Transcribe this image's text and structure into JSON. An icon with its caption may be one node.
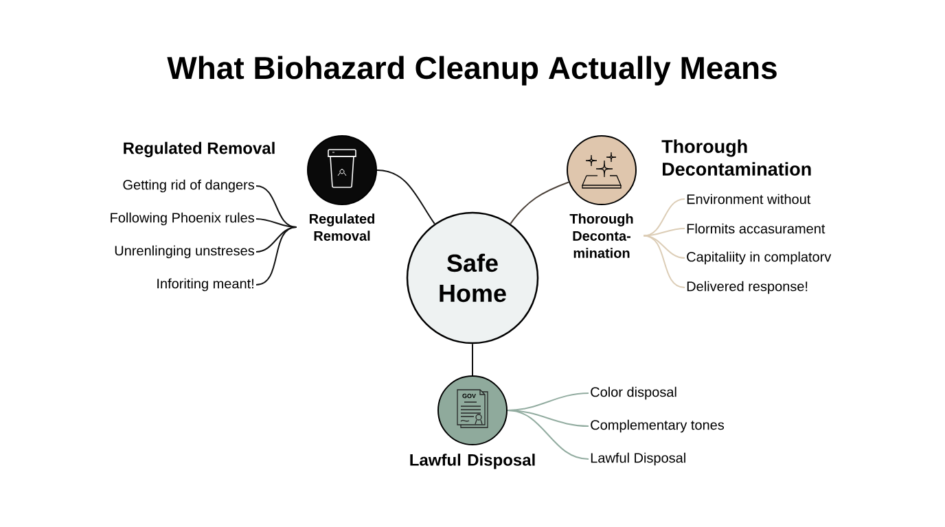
{
  "diagram": {
    "title": "What Biohazard Cleanup Actually Means",
    "nodes": [
      {
        "text": [
          "Safe Home"
        ]
      },
      {
        "text": [
          "Regulated Removal"
        ]
      },
      {
        "text": [
          "Thorough Deconta- mination"
        ]
      },
      {
        "text": [
          "Lawful Disposal"
        ]
      },
      {
        "text": [
          "Getting rid of dangers"
        ]
      },
      {
        "text": [
          "Following Phoenix rules"
        ]
      },
      {
        "text": [
          "Unrenlinging unstreses"
        ]
      },
      {
        "text": [
          "Inforiting meant!"
        ]
      },
      {
        "text": [
          "Environment without"
        ]
      },
      {
        "text": [
          "Flormits accasurament"
        ]
      },
      {
        "text": [
          "Capitaliity in complatorv"
        ]
      },
      {
        "text": [
          "Delivered response!"
        ]
      },
      {
        "text": [
          "Color disposal"
        ]
      },
      {
        "text": [
          "Complementary tones"
        ]
      },
      {
        "text": [
          "Lawful Disposal"
        ]
      }
    ],
    "edges": [
      {
        "from": 0,
        "to": 1,
        "arrow": "none"
      },
      {
        "from": 0,
        "to": 2,
        "arrow": "none",
        "color": "#4a4038"
      },
      {
        "from": 0,
        "to": 3,
        "arrow": "none"
      },
      {
        "from": 1,
        "to": 4,
        "arrow": "none"
      },
      {
        "from": 1,
        "to": 5,
        "arrow": "none"
      },
      {
        "from": 1,
        "to": 6,
        "arrow": "none"
      },
      {
        "from": 1,
        "to": 7,
        "arrow": "none"
      },
      {
        "from": 2,
        "to": 8,
        "arrow": "none",
        "color": "#dccdb6"
      },
      {
        "from": 2,
        "to": 9,
        "arrow": "none",
        "color": "#dccdb6"
      },
      {
        "from": 2,
        "to": 10,
        "arrow": "none",
        "color": "#dccdb6"
      },
      {
        "from": 2,
        "to": 11,
        "arrow": "none",
        "color": "#dccdb6"
      },
      {
        "from": 3,
        "to": 12,
        "arrow": "none",
        "color": "#92aca0"
      },
      {
        "from": 3,
        "to": 13,
        "arrow": "none",
        "color": "#92aca0"
      },
      {
        "from": 3,
        "to": 14,
        "arrow": "none",
        "color": "#92aca0"
      }
    ],
    "labels": [
      "Regulated Removal",
      "Thorough Decontamination",
      "GOV"
    ]
  }
}
